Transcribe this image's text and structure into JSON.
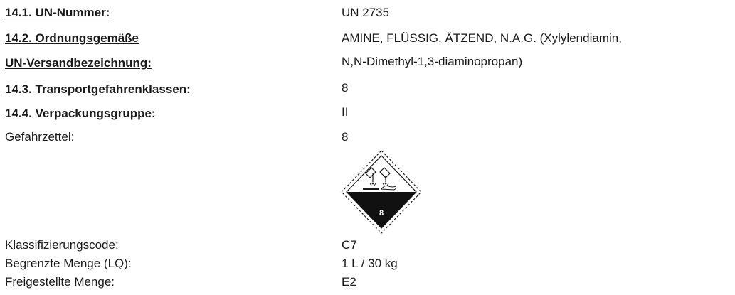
{
  "section14": {
    "un_number": {
      "label": "14.1. UN-Nummer:",
      "value": "UN 2735"
    },
    "shipping_name": {
      "label_line1": "14.2. Ordnungsgemäße",
      "label_line2": "UN-Versandbezeichnung:",
      "value_line1": "AMINE, FLÜSSIG, ÄTZEND, N.A.G. (Xylylendiamin,",
      "value_line2": "N,N-Dimethyl-1,3-diaminopropan)"
    },
    "transport_class": {
      "label": "14.3. Transportgefahrenklassen:",
      "value": "8"
    },
    "packing_group": {
      "label": "14.4. Verpackungsgruppe:",
      "value": "II"
    },
    "hazard_label": {
      "label": "Gefahrzettel:",
      "value": "8",
      "pictogram": {
        "icon": "corrosive-class-8-diamond-icon",
        "class_number": "8"
      }
    },
    "classification_code": {
      "label": "Klassifizierungscode:",
      "value": "C7"
    },
    "limited_quantity": {
      "label": "Begrenzte Menge (LQ):",
      "value": "1 L / 30 kg"
    },
    "excepted_quantity": {
      "label": "Freigestellte Menge:",
      "value": "E2"
    }
  }
}
